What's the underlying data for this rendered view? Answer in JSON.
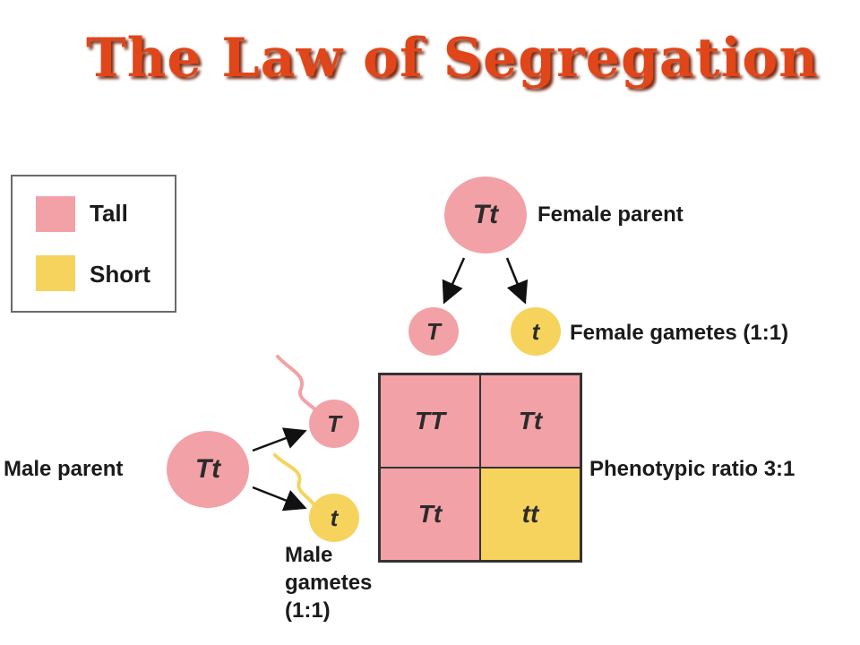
{
  "title": "The Law of Segregation",
  "legend": {
    "items": [
      {
        "label": "Tall",
        "color": "#f2a2a6"
      },
      {
        "label": "Short",
        "color": "#f6d35c"
      }
    ]
  },
  "female_parent": {
    "genotype": "Tt",
    "label": "Female parent"
  },
  "female_gametes": {
    "gametes": [
      "T",
      "t"
    ],
    "label": "Female gametes (1:1)"
  },
  "male_parent": {
    "genotype": "Tt",
    "label": "Male parent"
  },
  "male_gametes": {
    "gametes": [
      "T",
      "t"
    ],
    "label_lines": [
      "Male",
      "gametes",
      "(1:1)"
    ]
  },
  "punnett": {
    "cells": [
      {
        "genotype": "TT",
        "phenotype": "Tall"
      },
      {
        "genotype": "Tt",
        "phenotype": "Tall"
      },
      {
        "genotype": "Tt",
        "phenotype": "Tall"
      },
      {
        "genotype": "tt",
        "phenotype": "Short"
      }
    ]
  },
  "phenotypic_ratio": "Phenotypic ratio 3:1",
  "colors": {
    "tall": "#f2a2a6",
    "short": "#f6d35c",
    "title": "#e0461a"
  }
}
